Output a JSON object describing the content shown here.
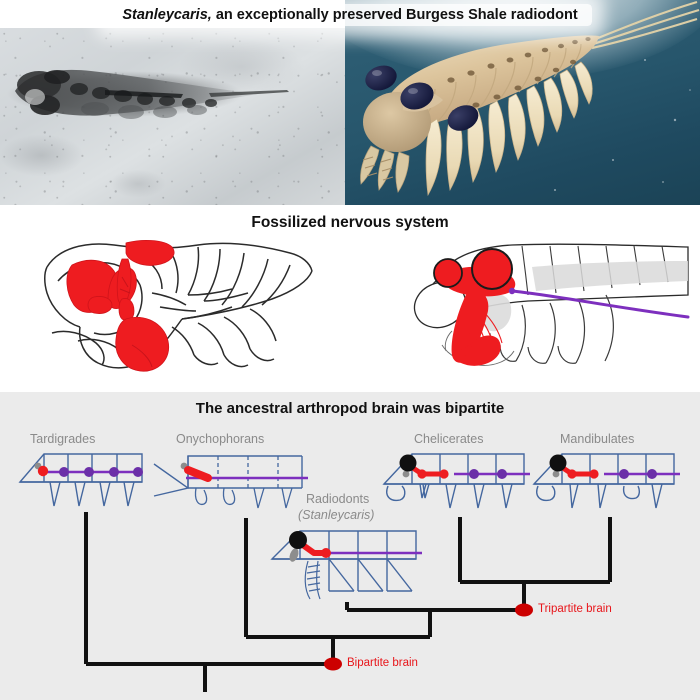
{
  "figure": {
    "title_genus": "Stanleycaris,",
    "title_rest": " an exceptionally preserved Burgess Shale radiodont"
  },
  "panels": {
    "photos": {
      "name": "photo-panel",
      "fossil_caption": "",
      "reconstruction_caption": ""
    },
    "nervous_system": {
      "heading": "Fossilized nervous system",
      "fossil_drawing_name": "fossil-nervous-system-drawing",
      "reconstruction_drawing_name": "reconstruction-nervous-system-diagram"
    },
    "tree": {
      "heading": "The ancestral arthropod brain was bipartite",
      "taxa": [
        {
          "id": "tardigrades",
          "label": "Tardigrades",
          "sublabel": ""
        },
        {
          "id": "onychophorans",
          "label": "Onychophorans",
          "sublabel": ""
        },
        {
          "id": "radiodonts",
          "label": "Radiodonts",
          "sublabel": "(Stanleycaris)"
        },
        {
          "id": "chelicerates",
          "label": "Chelicerates",
          "sublabel": ""
        },
        {
          "id": "mandibulates",
          "label": "Mandibulates",
          "sublabel": ""
        }
      ],
      "node_labels": [
        {
          "id": "tripartite",
          "label": "Tripartite brain"
        },
        {
          "id": "bipartite",
          "label": "Bipartite brain"
        }
      ]
    }
  },
  "colors": {
    "nervous_red": "#ee1c20",
    "nerve_cord_purple": "#7d2fbe",
    "body_outline_blue": "#44679f",
    "tree_black": "#111111",
    "label_gray": "#8a8a8a",
    "tree_background": "#ebebeb",
    "ocean_blue": "#27566c",
    "animal_tan": "#d9c09a"
  }
}
